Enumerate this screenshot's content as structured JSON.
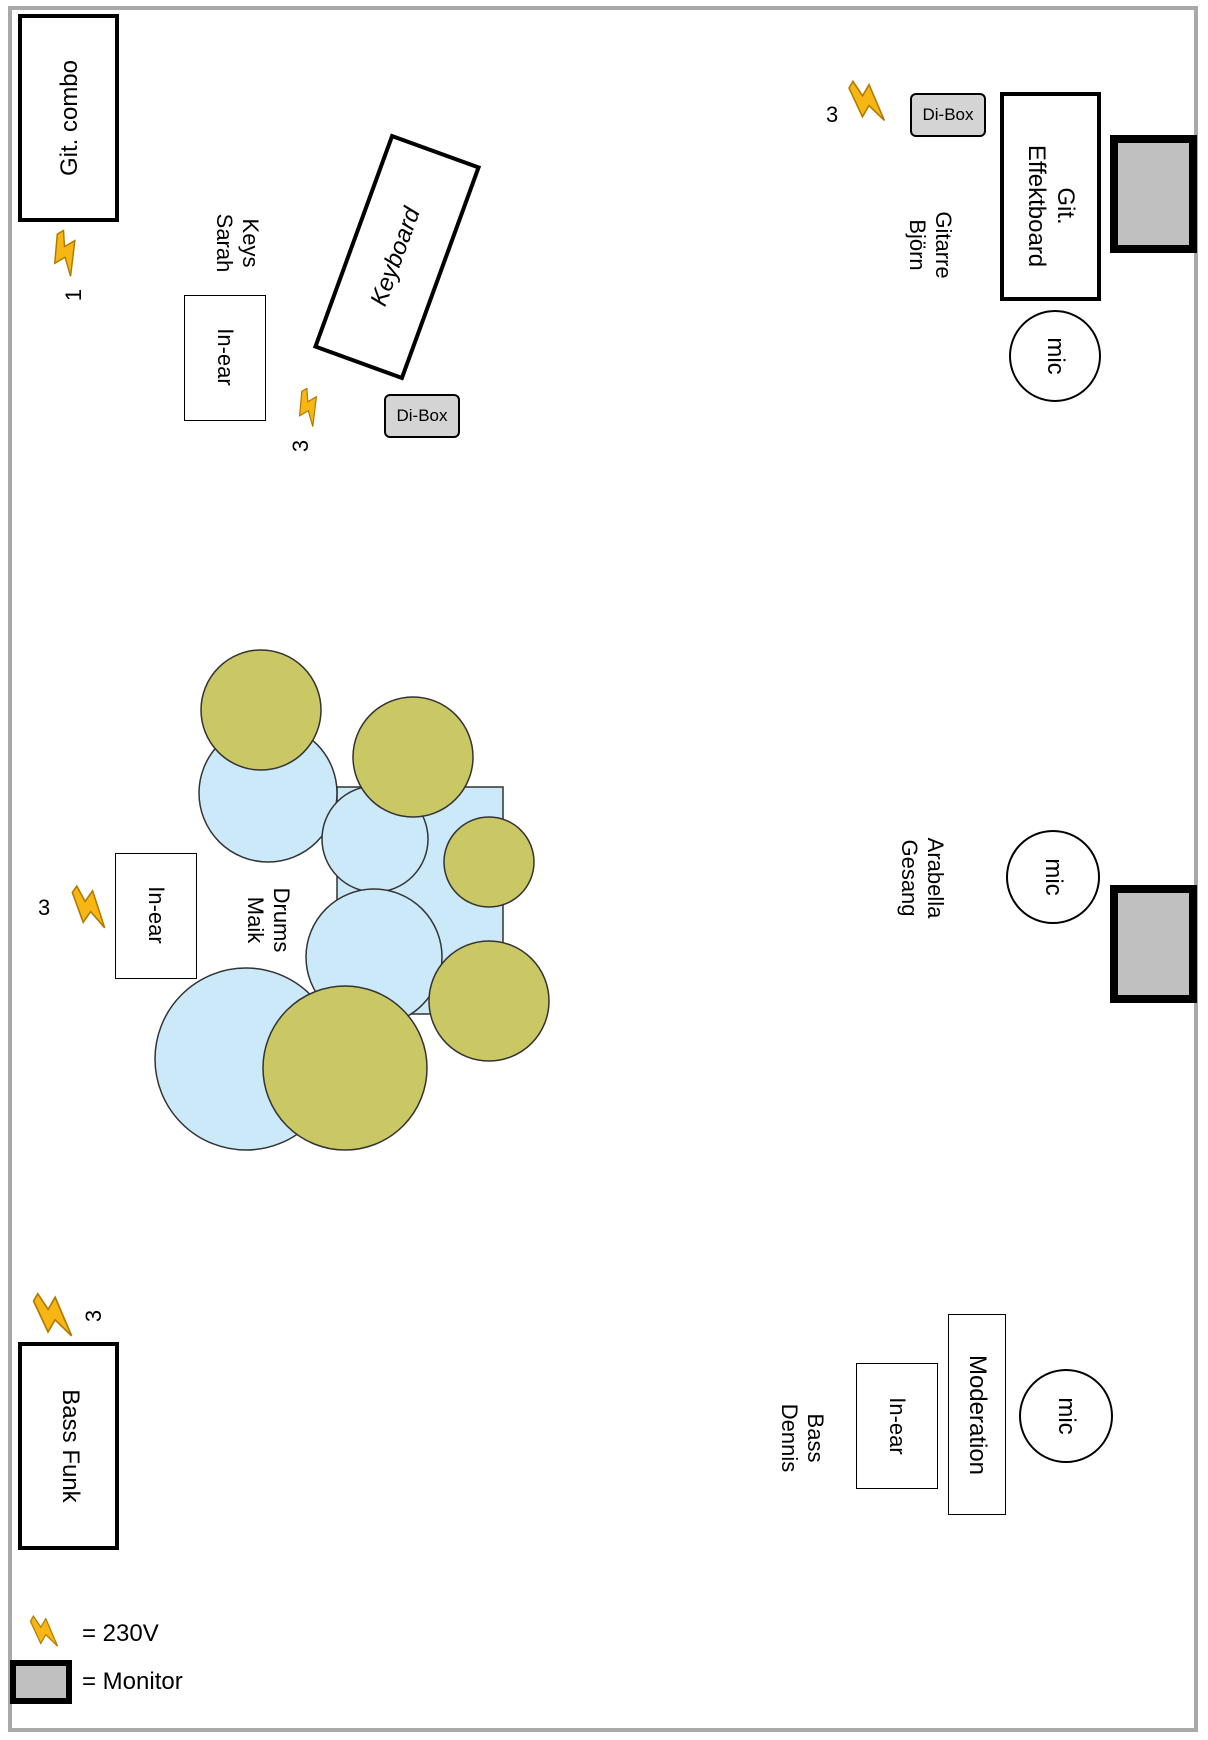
{
  "labels": {
    "git_combo": "Git. combo",
    "bass_funk": "Bass Funk",
    "keyboard": "Keyboard",
    "keys_player": "Keys\nSarah",
    "in_ear": "In-ear",
    "di_box": "Di-Box",
    "git_effektboard": "Git.\nEffektboard",
    "gitarre_player": "Gitarre\nBjörn",
    "mic": "mic",
    "gesang_player": "Arabella\nGesang",
    "drums_player": "Drums\nMaik",
    "moderation": "Moderation",
    "bass_player": "Bass\nDennis"
  },
  "power_counts": {
    "git_combo": "1",
    "keyboard": "3",
    "git_effektboard": "3",
    "drums": "3",
    "bass_funk": "3"
  },
  "legend": {
    "power": "= 230V",
    "monitor": "= Monitor"
  },
  "colors": {
    "drum_shell": "#cce9fa",
    "cymbal": "#c9c864",
    "bolt": "#f7b614",
    "monitor_fill": "#c0c0c0",
    "frame": "#a9a9a9"
  },
  "icons": {
    "power": "lightning-bolt-icon",
    "monitor": "monitor-wedge-icon"
  }
}
